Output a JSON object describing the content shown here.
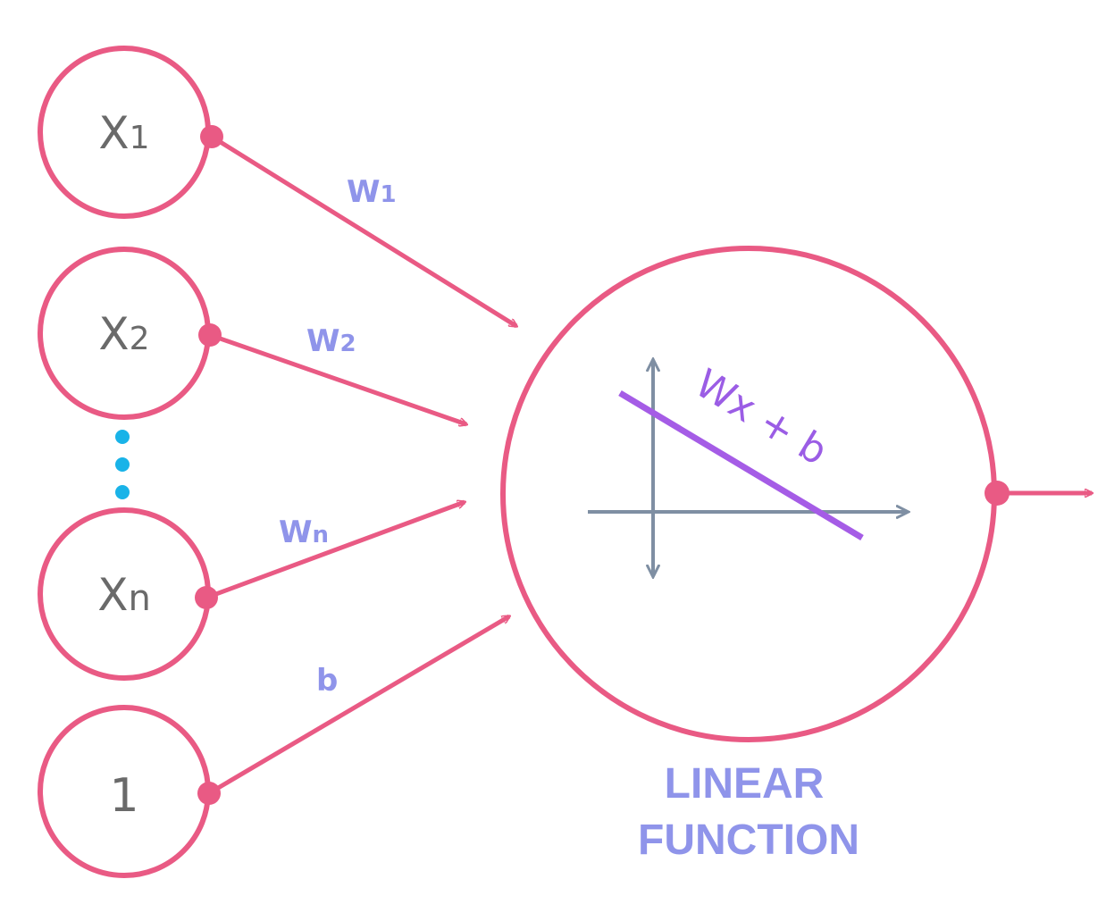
{
  "colors": {
    "accent": "#e95a84",
    "weight_label": "#8f94ea",
    "function_line": "#a55ce6",
    "axes": "#7f8fa3",
    "ellipsis_dots": "#19b3e8",
    "input_text": "#6a6a6a"
  },
  "inputs": [
    {
      "symbol": "X",
      "subscript": "1"
    },
    {
      "symbol": "X",
      "subscript": "2"
    },
    {
      "symbol": "X",
      "subscript": "n"
    },
    {
      "symbol": "1",
      "subscript": ""
    }
  ],
  "weights": [
    {
      "symbol": "W",
      "subscript": "1"
    },
    {
      "symbol": "W",
      "subscript": "2"
    },
    {
      "symbol": "W",
      "subscript": "n"
    },
    {
      "symbol": "b",
      "subscript": ""
    }
  ],
  "neuron": {
    "formula": "Wx + b",
    "label_line1": "LINEAR",
    "label_line2": "FUNCTION"
  }
}
